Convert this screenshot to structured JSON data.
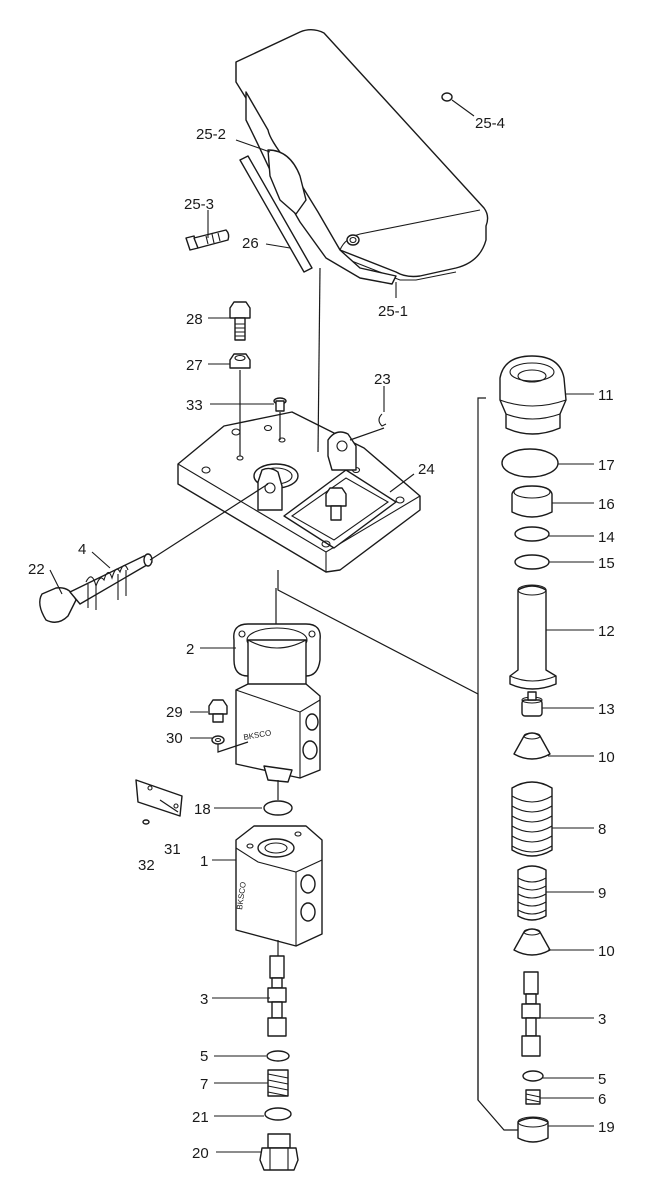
{
  "callouts": {
    "c25_4": "25-4",
    "c25_2": "25-2",
    "c25_3": "25-3",
    "c26": "26",
    "c25_1": "25-1",
    "c28": "28",
    "c27": "27",
    "c33": "33",
    "c23": "23",
    "c24": "24",
    "c4": "4",
    "c22": "22",
    "c2": "2",
    "c29": "29",
    "c30": "30",
    "c18": "18",
    "c1": "1",
    "c32": "32",
    "c31": "31",
    "c3_left": "3",
    "c5_left": "5",
    "c7": "7",
    "c21": "21",
    "c20": "20",
    "c11": "11",
    "c17": "17",
    "c16": "16",
    "c14": "14",
    "c15": "15",
    "c12": "12",
    "c13": "13",
    "c10_top": "10",
    "c8": "8",
    "c9": "9",
    "c10_bottom": "10",
    "c3_right": "3",
    "c5_right": "5",
    "c6": "6",
    "c19": "19"
  },
  "stamps": {
    "body_upper": "BKSCO",
    "body_lower": "BKSCO"
  }
}
